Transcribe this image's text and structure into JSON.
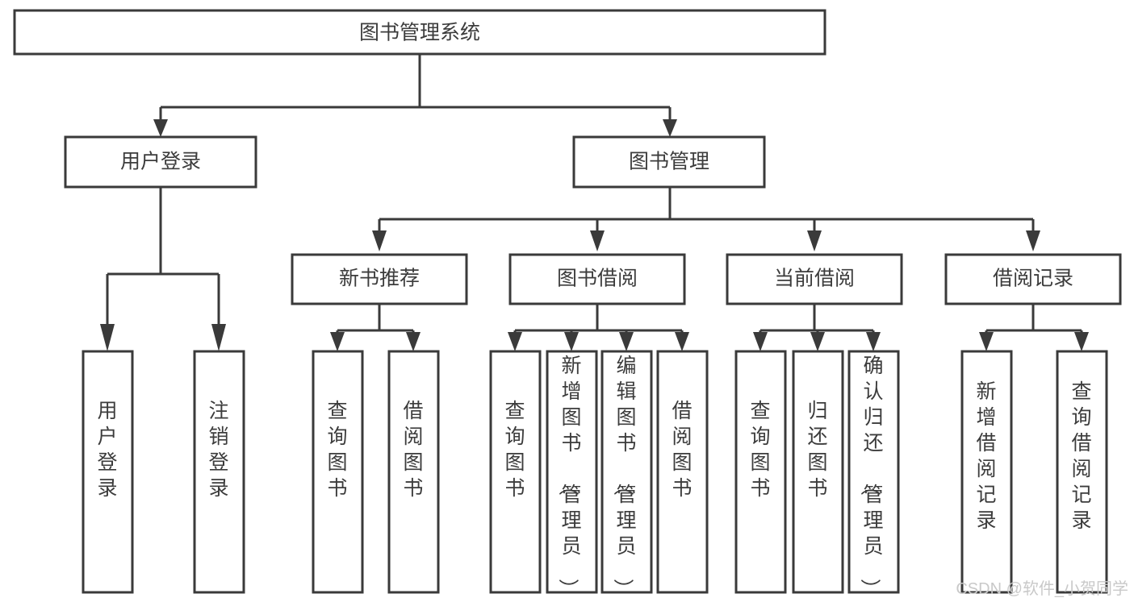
{
  "diagram": {
    "title": "图书管理系统",
    "type": "tree-hierarchy-chart",
    "orientation": "top-down",
    "colors": {
      "box_stroke": "#3a3a3a",
      "box_fill": "#ffffff",
      "connector": "#3a3a3a",
      "text": "#3c3c3c",
      "background": "#ffffff",
      "watermark": "#c9c9c9"
    },
    "root": {
      "label": "图书管理系统"
    },
    "level2": [
      {
        "label": "用户登录"
      },
      {
        "label": "图书管理"
      }
    ],
    "level3": [
      {
        "label": "新书推荐"
      },
      {
        "label": "图书借阅"
      },
      {
        "label": "当前借阅"
      },
      {
        "label": "借阅记录"
      }
    ],
    "leaves_user_login": [
      {
        "label": "用户登录"
      },
      {
        "label": "注销登录"
      }
    ],
    "leaves_new_book": [
      {
        "label": "查询图书"
      },
      {
        "label": "借阅图书"
      }
    ],
    "leaves_borrow": [
      {
        "label": "查询图书"
      },
      {
        "label": "新增图书（管理员）"
      },
      {
        "label": "编辑图书（管理员）"
      },
      {
        "label": "借阅图书"
      }
    ],
    "leaves_current": [
      {
        "label": "查询图书"
      },
      {
        "label": "归还图书"
      },
      {
        "label": "确认归还（管理员）"
      }
    ],
    "leaves_records": [
      {
        "label": "新增借阅记录"
      },
      {
        "label": "查询借阅记录"
      }
    ]
  },
  "watermark": {
    "text": "CSDN @软件_小贺同学"
  }
}
